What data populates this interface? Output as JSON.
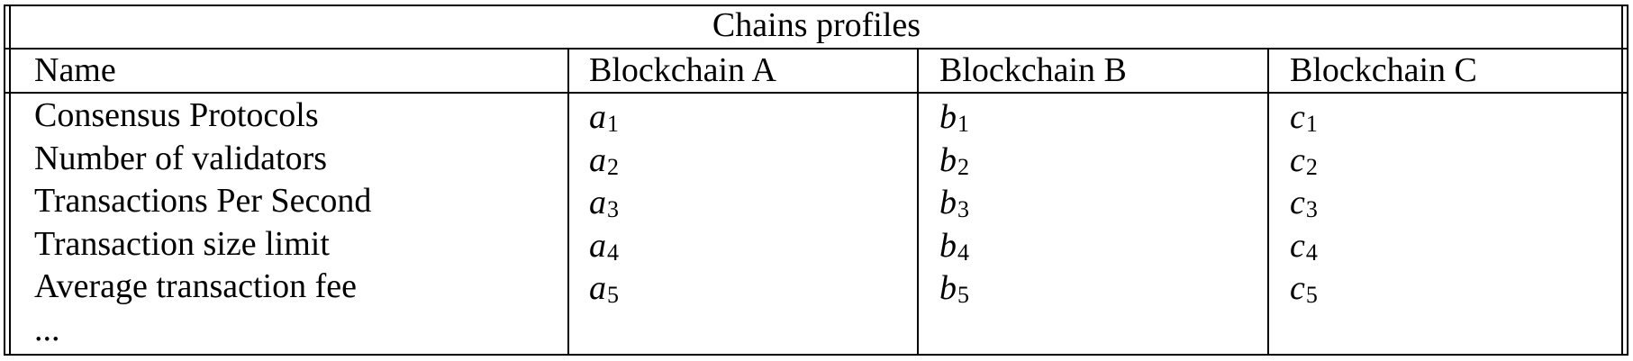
{
  "table": {
    "title": "Chains profiles",
    "columns": [
      "Name",
      "Blockchain A",
      "Blockchain B",
      "Blockchain C"
    ],
    "rows": [
      {
        "name": "Consensus Protocols",
        "a": {
          "base": "a",
          "sub": "1"
        },
        "b": {
          "base": "b",
          "sub": "1"
        },
        "c": {
          "base": "c",
          "sub": "1"
        }
      },
      {
        "name": "Number of validators",
        "a": {
          "base": "a",
          "sub": "2"
        },
        "b": {
          "base": "b",
          "sub": "2"
        },
        "c": {
          "base": "c",
          "sub": "2"
        }
      },
      {
        "name": "Transactions Per Second",
        "a": {
          "base": "a",
          "sub": "3"
        },
        "b": {
          "base": "b",
          "sub": "3"
        },
        "c": {
          "base": "c",
          "sub": "3"
        }
      },
      {
        "name": "Transaction size limit",
        "a": {
          "base": "a",
          "sub": "4"
        },
        "b": {
          "base": "b",
          "sub": "4"
        },
        "c": {
          "base": "c",
          "sub": "4"
        }
      },
      {
        "name": "Average transaction fee",
        "a": {
          "base": "a",
          "sub": "5"
        },
        "b": {
          "base": "b",
          "sub": "5"
        },
        "c": {
          "base": "c",
          "sub": "5"
        }
      }
    ],
    "ellipsis": "..."
  }
}
